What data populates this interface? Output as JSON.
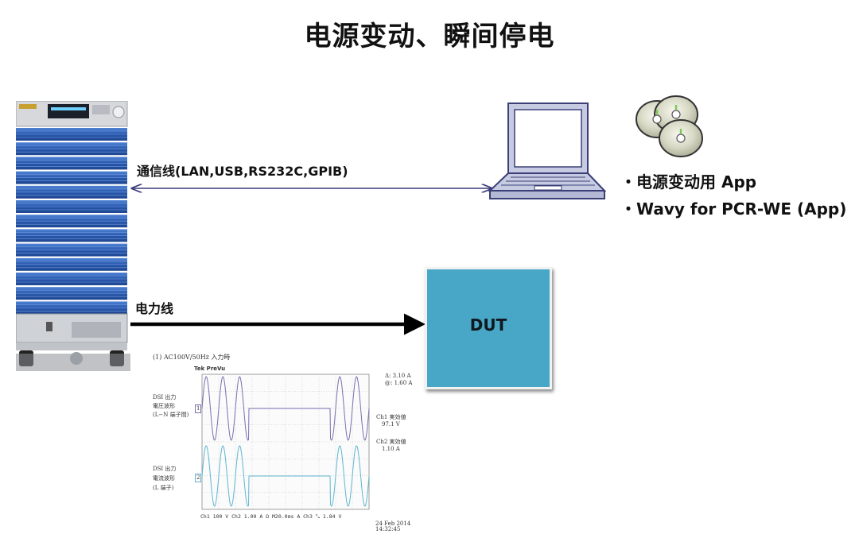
{
  "title": "电源变动、瞬间停电",
  "comm_line_label": "通信线(LAN,USB,RS232C,GPIB)",
  "power_line_label": "电力线",
  "dut_label": "DUT",
  "apps": [
    "・电源变动用 App",
    "・Wavy for PCR-WE (App)"
  ],
  "scope": {
    "header": "(1) AC100V/50Hz 入力時",
    "brand": "Tek PreVu",
    "cursor_readout": [
      "Δ:  3.10 A",
      "@:  1.60 A"
    ],
    "ch1_block": [
      "DSI 出力",
      "電圧波形",
      "(L−N 端子間)"
    ],
    "ch2_block": [
      "DSI 出力",
      "電流波形",
      "(L 端子)"
    ],
    "ch1_rms": [
      "Ch1 実効値",
      "97.1 V"
    ],
    "ch2_rms": [
      "Ch2 実効値",
      "1.10 A"
    ],
    "ch1_marker": "1",
    "ch2_marker": "2",
    "footer": "Ch1   100 V    Ch2   1.00 A Ω  M20.0ms  A  Ch3  ⤡  1.84 V",
    "date": "24 Feb 2014",
    "time": "14:32:45"
  },
  "colors": {
    "dut_fill": "#48a6c6",
    "psu_blue": "#2f62b8",
    "comm_arrow": "#3a3a7a",
    "ch1_wave": "#7a6fb0",
    "ch2_wave": "#5fb6d0"
  }
}
